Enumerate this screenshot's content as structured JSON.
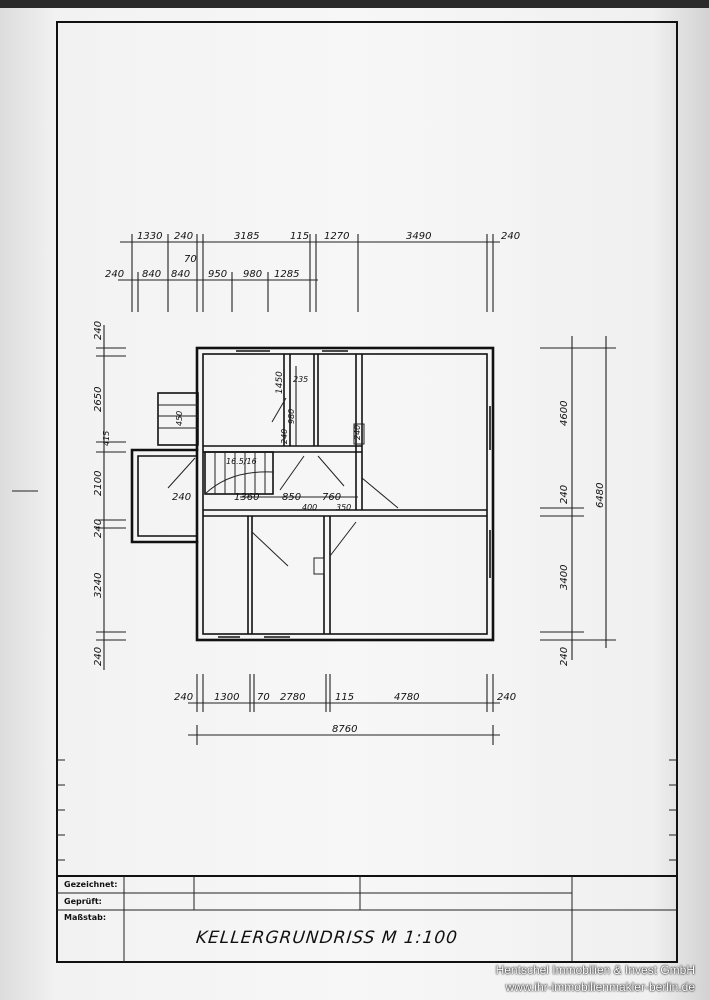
{
  "title_block": {
    "drawn_label": "Gezeichnet:",
    "checked_label": "Geprüft:",
    "scale_label": "Maßstab:",
    "drawing_title": "KELLERGRUNDRISS   M 1:100"
  },
  "dimensions": {
    "top_row1": [
      "1330",
      "240",
      "3185",
      "115",
      "1270",
      "3490",
      "240"
    ],
    "top_row1_small": "70",
    "top_row2": [
      "240",
      "840",
      "840",
      "950",
      "980",
      "1285"
    ],
    "left_column": [
      "240",
      "2650",
      "415",
      "2100",
      "240",
      "3240",
      "240"
    ],
    "right_column": [
      "4600",
      "240",
      "3400",
      "240"
    ],
    "right_total": "6480",
    "bottom_row": [
      "240",
      "1300",
      "70",
      "2780",
      "115",
      "4780",
      "240"
    ],
    "bottom_total": "8760",
    "interior": [
      "1450",
      "235",
      "980",
      "240",
      "240",
      "16.5/16",
      "450",
      "1360",
      "240",
      "850",
      "760",
      "400",
      "350"
    ]
  },
  "watermark": {
    "company": "Hentschel Immobilien & Invest GmbH",
    "url": "www.ihr-immobilienmakler-berlin.de"
  }
}
